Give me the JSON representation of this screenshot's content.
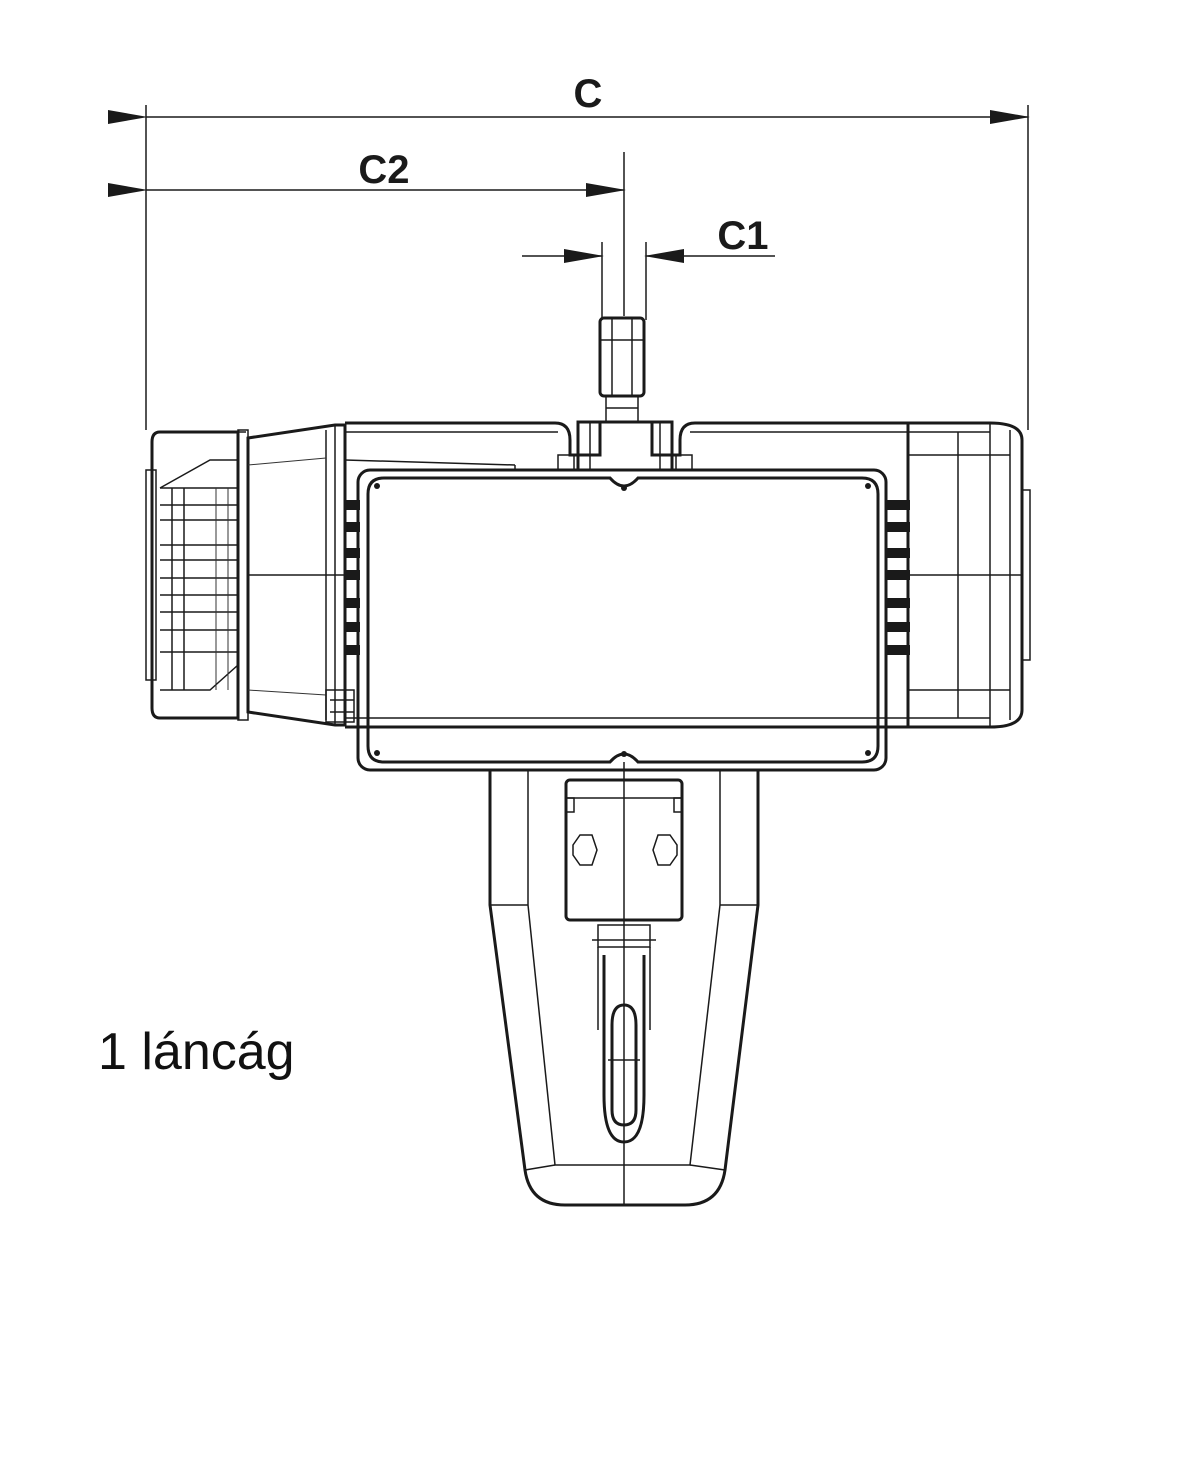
{
  "dimensions": {
    "c": "C",
    "c1": "C1",
    "c2": "C2"
  },
  "caption": "1 láncág",
  "colors": {
    "line": "#1a1a1a",
    "background": "#ffffff"
  }
}
